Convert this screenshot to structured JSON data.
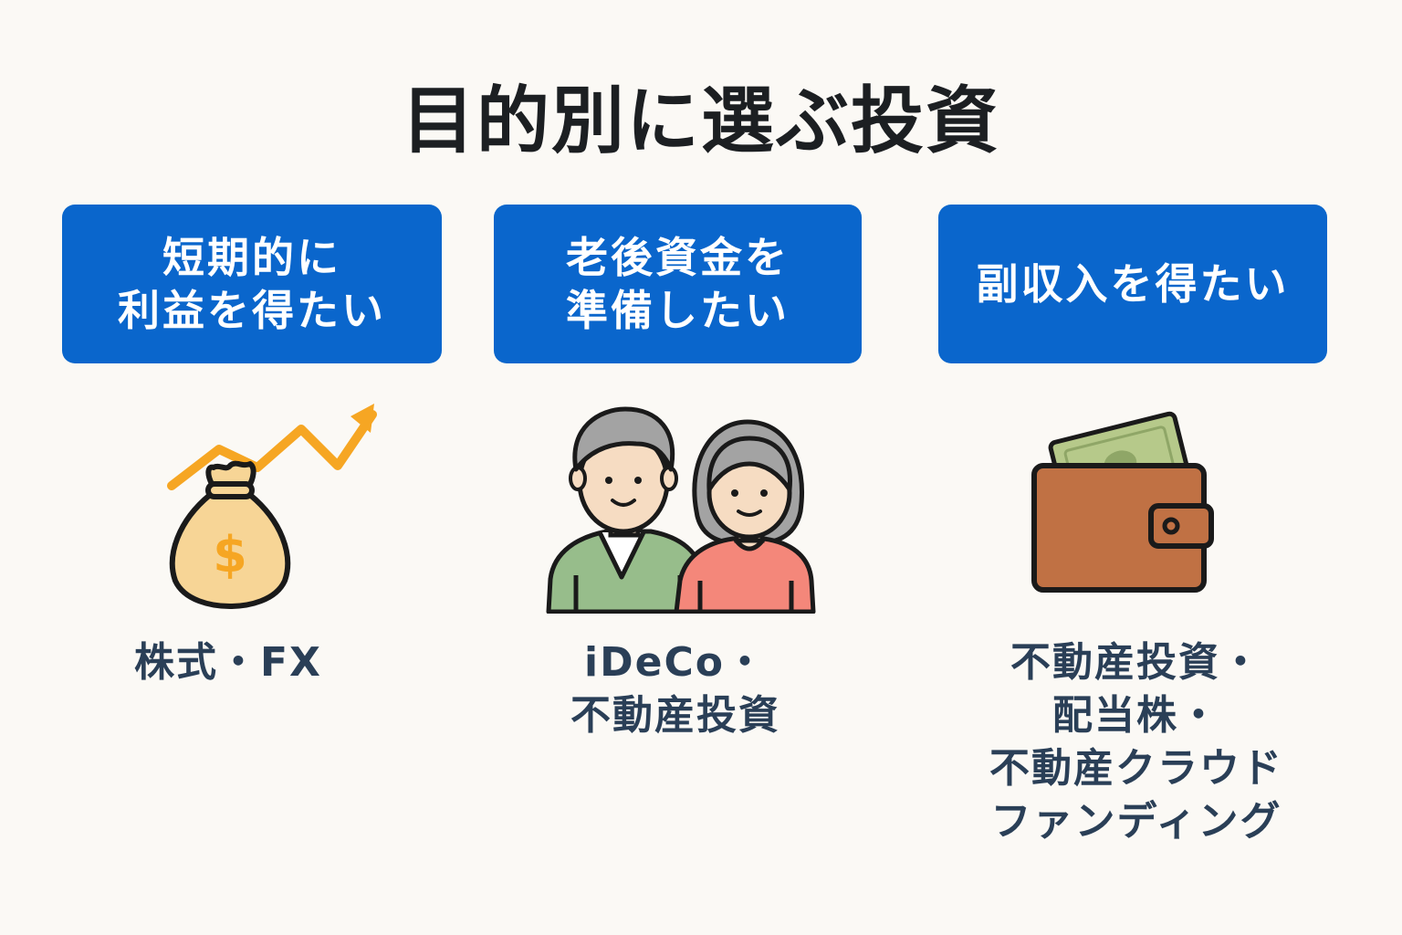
{
  "title": "目的別に選ぶ投資",
  "colors": {
    "accent": "#0a66cc",
    "label": "#2a3f57",
    "background": "#fbf9f5"
  },
  "columns": [
    {
      "goal": "短期的に\n利益を得たい",
      "icon": "money-bag-with-rising-arrow-icon",
      "investments": "株式・FX"
    },
    {
      "goal": "老後資金を\n準備したい",
      "icon": "elderly-couple-icon",
      "investments": "iDeCo・\n不動産投資"
    },
    {
      "goal": "副収入を得たい",
      "icon": "wallet-with-cash-icon",
      "investments": "不動産投資・\n配当株・\n不動産クラウド\nファンディング"
    }
  ]
}
